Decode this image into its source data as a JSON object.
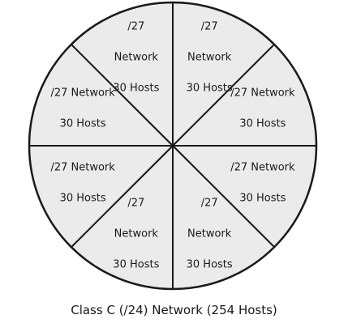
{
  "colors": {
    "segment_fill": "#ebebeb",
    "stroke": "#1a1a1a"
  },
  "segments": [
    {
      "line1": "/27",
      "line2": "Network",
      "line3": "30 Hosts"
    },
    {
      "line1": "/27",
      "line2": "Network",
      "line3": "30 Hosts"
    },
    {
      "line1": "/27 Network",
      "line2": "30 Hosts",
      "line3": ""
    },
    {
      "line1": "/27 Network",
      "line2": "30 Hosts",
      "line3": ""
    },
    {
      "line1": "/27",
      "line2": "Network",
      "line3": "30 Hosts"
    },
    {
      "line1": "/27",
      "line2": "Network",
      "line3": "30 Hosts"
    },
    {
      "line1": "/27 Network",
      "line2": "30 Hosts",
      "line3": ""
    },
    {
      "line1": "/27 Network",
      "line2": "30 Hosts",
      "line3": ""
    }
  ],
  "caption": "Class C (/24) Network (254 Hosts)"
}
